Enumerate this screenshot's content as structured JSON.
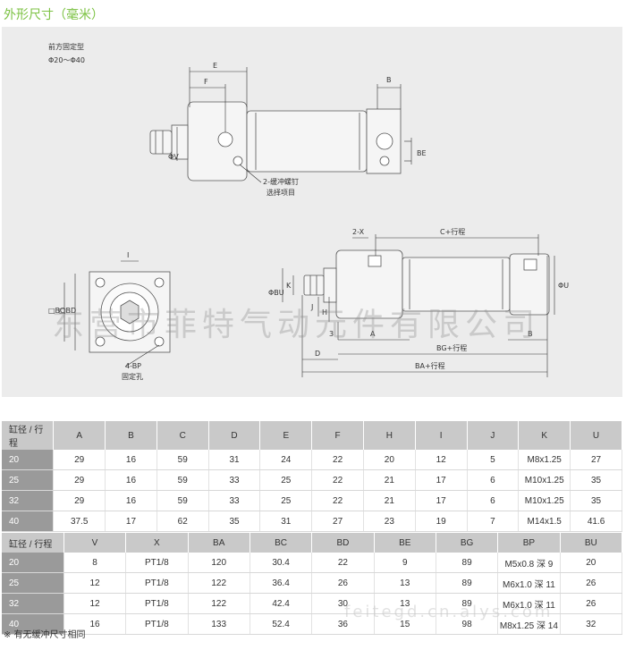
{
  "page": {
    "title": "外形尺寸（毫米）",
    "watermark": "东营市菲特气动元件有限公司",
    "watermark2": "feitegd.cn.alys.com",
    "footnote": "※ 有无缓冲尺寸相同"
  },
  "drawing": {
    "mount_type": "前方固定型",
    "bore_range": "Φ20～Φ40",
    "labels": {
      "E": "E",
      "F": "F",
      "B": "B",
      "BE": "BE",
      "V": "ΦV",
      "cushion": "2-缓冲螺钉",
      "optional": "选择项目",
      "two_x": "2-X",
      "c_stroke": "C+行程",
      "I": "I",
      "U": "ΦU",
      "BU": "ΦBU",
      "K": "K",
      "J": "J",
      "H": "H",
      "three": "3",
      "A": "A",
      "B2": "B",
      "D": "D",
      "bg_stroke": "BG+行程",
      "ba_stroke": "BA+行程",
      "BC": "□BC",
      "BD": "□BD",
      "four_bp": "4-BP",
      "fix_hole": "固定孔",
      "I2": "I"
    }
  },
  "table1": {
    "headers": [
      "缸径 / 行程",
      "A",
      "B",
      "C",
      "D",
      "E",
      "F",
      "H",
      "I",
      "J",
      "K",
      "U"
    ],
    "rows": [
      [
        "20",
        "29",
        "16",
        "59",
        "31",
        "24",
        "22",
        "20",
        "12",
        "5",
        "M8x1.25",
        "27"
      ],
      [
        "25",
        "29",
        "16",
        "59",
        "33",
        "25",
        "22",
        "21",
        "17",
        "6",
        "M10x1.25",
        "35"
      ],
      [
        "32",
        "29",
        "16",
        "59",
        "33",
        "25",
        "22",
        "21",
        "17",
        "6",
        "M10x1.25",
        "35"
      ],
      [
        "40",
        "37.5",
        "17",
        "62",
        "35",
        "31",
        "27",
        "23",
        "19",
        "7",
        "M14x1.5",
        "41.6"
      ]
    ]
  },
  "table2": {
    "headers": [
      "缸径 / 行程",
      "V",
      "X",
      "BA",
      "BC",
      "BD",
      "BE",
      "BG",
      "BP",
      "BU"
    ],
    "rows": [
      [
        "20",
        "8",
        "PT1/8",
        "120",
        "30.4",
        "22",
        "9",
        "89",
        "M5x0.8 深 9",
        "20"
      ],
      [
        "25",
        "12",
        "PT1/8",
        "122",
        "36.4",
        "26",
        "13",
        "89",
        "M6x1.0 深 11",
        "26"
      ],
      [
        "32",
        "12",
        "PT1/8",
        "122",
        "42.4",
        "30",
        "13",
        "89",
        "M6x1.0 深 11",
        "26"
      ],
      [
        "40",
        "16",
        "PT1/8",
        "133",
        "52.4",
        "36",
        "15",
        "98",
        "M8x1.25 深 14",
        "32"
      ]
    ]
  }
}
